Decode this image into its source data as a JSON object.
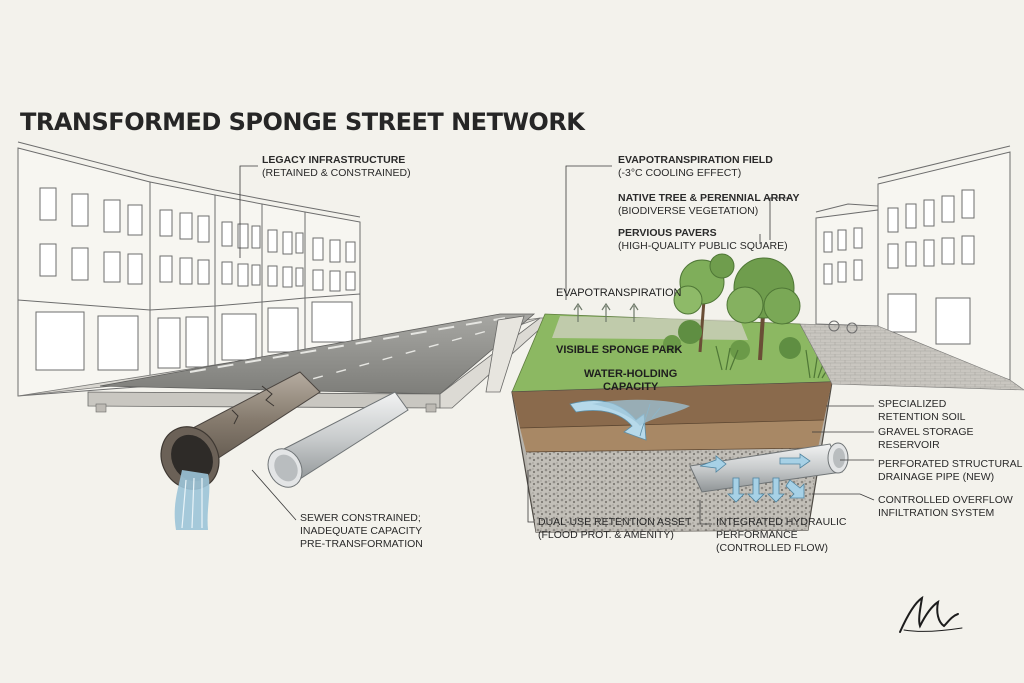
{
  "title": "TRANSFORMED SPONGE STREET NETWORK",
  "labels": {
    "legacy": {
      "head": "LEGACY INFRASTRUCTURE",
      "sub": "(RETAINED & CONSTRAINED)"
    },
    "evap_field": {
      "head": "EVAPOTRANSPIRATION FIELD",
      "sub": "(-3°C COOLING EFFECT)"
    },
    "native_tree": {
      "head": "NATIVE TREE & PERENNIAL ARRAY",
      "sub": "(BIODIVERSE VEGETATION)"
    },
    "pervious": {
      "head": "PERVIOUS PAVERS",
      "sub": "(HIGH-QUALITY PUBLIC SQUARE)"
    },
    "evapotranspiration": "EVAPOTRANSPIRATION",
    "visible_park": "VISIBLE SPONGE PARK",
    "water_holding": [
      "WATER-HOLDING",
      "CAPACITY"
    ],
    "retention_soil": [
      "SPECIALIZED",
      "RETENTION SOIL"
    ],
    "gravel": [
      "GRAVEL STORAGE",
      "RESERVOIR"
    ],
    "perforated": [
      "PERFORATED STRUCTURAL",
      "DRAINAGE PIPE (NEW)"
    ],
    "overflow": [
      "CONTROLLED OVERFLOW",
      "INFILTRATION SYSTEM"
    ],
    "sewer": [
      "SEWER CONSTRAINED;",
      "INADEQUATE CAPACITY",
      "PRE-TRANSFORMATION"
    ],
    "dual_use": [
      "DUAL-USE RETENTION ASSET",
      "(FLOOD PROT. & AMENITY)"
    ],
    "integrated": [
      "INTEGRATED HYDRAULIC",
      "PERFORMANCE",
      "(CONTROLLED FLOW)"
    ]
  },
  "colors": {
    "background": "#f3f2ec",
    "road": "#8c8c88",
    "grass": "#7faa55",
    "soil": "#8a6a4c",
    "gravel": "#b7b4ad",
    "water": "#9cc4d8",
    "building_line": "#6d6d6d"
  }
}
